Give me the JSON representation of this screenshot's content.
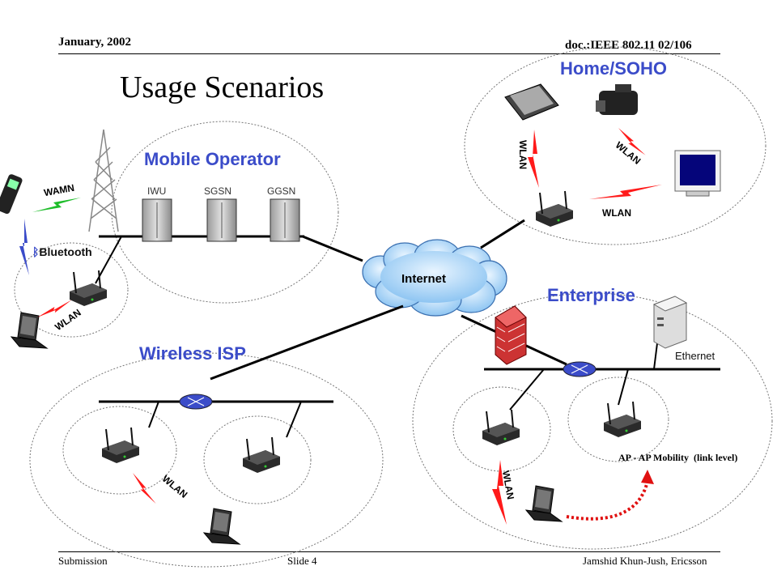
{
  "header": {
    "date": "January, 2002",
    "doc": "doc.:IEEE 802.11 02/106"
  },
  "title": "Usage Scenarios",
  "footer": {
    "submission": "Submission",
    "slide": "Slide 4",
    "author": "Jamshid Khun-Jush, Ericsson"
  },
  "regions": {
    "mobile_operator": "Mobile Operator",
    "home_soho": "Home/SOHO",
    "enterprise": "Enterprise",
    "wireless_isp": "Wireless ISP"
  },
  "servers": [
    "IWU",
    "SGSN",
    "GGSN"
  ],
  "labels": {
    "internet": "Internet",
    "wamn": "WAMN",
    "wlan": "WLAN",
    "bluetooth": "Bluetooth",
    "ethernet": "Ethernet",
    "mobility": "AP - AP Mobility  (link level)"
  }
}
